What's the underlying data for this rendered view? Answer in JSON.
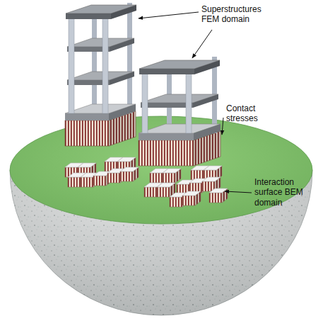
{
  "diagram": {
    "labels": [
      "Superstructures FEM domain",
      "Contact stresses",
      "Interaction surface BEM domain"
    ]
  }
}
